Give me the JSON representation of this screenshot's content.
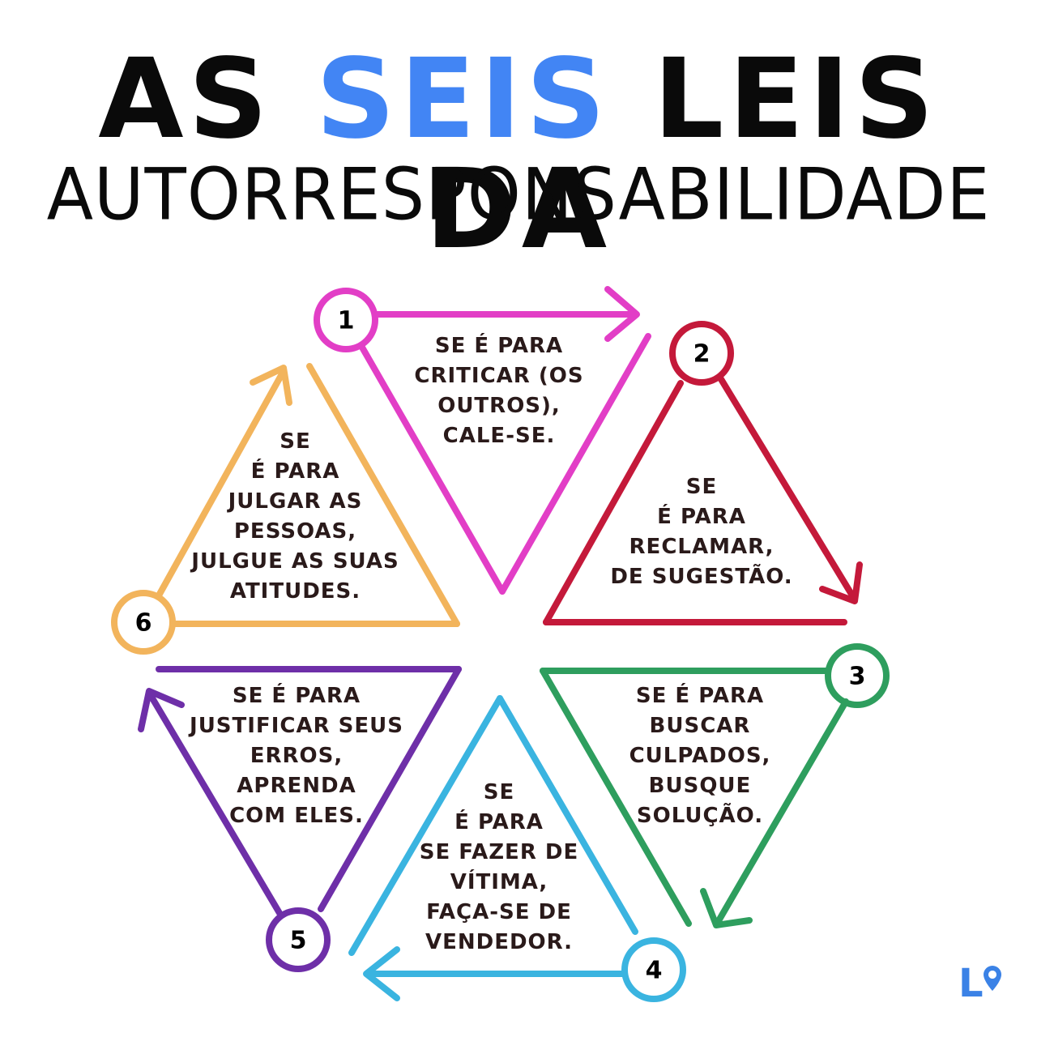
{
  "title": {
    "line1_before": "AS ",
    "line1_accent": "SEIS",
    "line1_after": " LEIS DA",
    "line2": "AUTORRESPONSABILIDADE"
  },
  "laws": [
    {
      "number": "1",
      "color": "#e23ec6",
      "text": "SE É PARA\nCRITICAR (OS\nOUTROS),\nCALE-SE."
    },
    {
      "number": "2",
      "color": "#c4193a",
      "text": "SE\nÉ PARA\nRECLAMAR,\nDE SUGESTÃO."
    },
    {
      "number": "3",
      "color": "#2e9e5e",
      "text": "SE É PARA\nBUSCAR\nCULPADOS,\nBUSQUE\nSOLUÇÃO."
    },
    {
      "number": "4",
      "color": "#3ab4e0",
      "text": "SE\nÉ PARA\nSE FAZER DE\nVÍTIMA,\nFAÇA-SE DE\nVENDEDOR."
    },
    {
      "number": "5",
      "color": "#6e2fa8",
      "text": "SE É PARA\nJUSTIFICAR SEUS\nERROS,\nAPRENDA\nCOM ELES."
    },
    {
      "number": "6",
      "color": "#f2b45c",
      "text": "SE\nÉ PARA\nJULGAR AS\nPESSOAS,\nJULGUE AS SUAS\nATITUDES."
    }
  ],
  "logo": {
    "letter": "L",
    "color": "#3b82e6"
  }
}
